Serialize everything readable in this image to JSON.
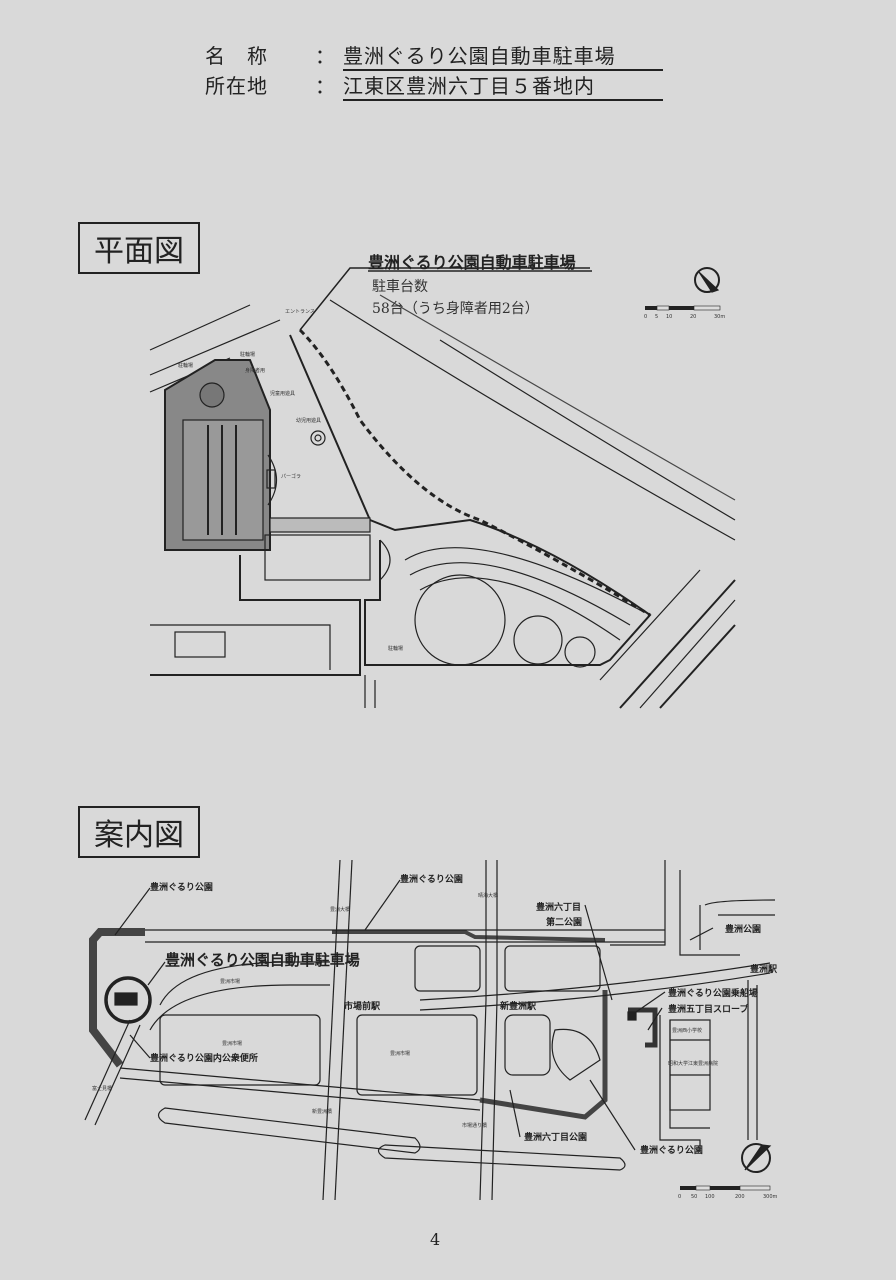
{
  "header": {
    "name_label": "名　称",
    "name_colon": "：",
    "name_value": "豊洲ぐるり公園自動車駐車場",
    "address_label": "所在地",
    "address_colon": "：",
    "address_value": "江東区豊洲六丁目５番地内"
  },
  "plan": {
    "section_title": "平面図",
    "parking_title": "豊洲ぐるり公園自動車駐車場",
    "capacity_label": "駐車台数",
    "capacity_value": "58台（うち身障者用2台）",
    "scale_ticks": [
      "0",
      "5",
      "10",
      "20",
      "30m"
    ],
    "labels": {
      "bicycle1": "駐輪場",
      "bicycle2": "駐輪場",
      "disabled": "身障者用",
      "children_play": "児童用遊具",
      "infant_play": "幼児用遊具",
      "pergola": "パーゴラ",
      "entrance": "エントランス",
      "bicycle3": "駐輪場"
    }
  },
  "guide": {
    "section_title": "案内図",
    "labels": {
      "park_left": "豊洲ぐるり公園",
      "park_top": "豊洲ぐるり公園",
      "parking": "豊洲ぐるり公園自動車駐車場",
      "toilet": "豊洲ぐるり公園内公衆便所",
      "rokuchome_2nd": "豊洲六丁目",
      "rokuchome_2nd_b": "第二公園",
      "toyosu_park": "豊洲公園",
      "toyosu_station": "豊洲駅",
      "pier": "豊洲ぐるり公園乗船場",
      "slope": "豊洲五丁目スロープ",
      "shijomae": "市場前駅",
      "shintoyosu": "新豊洲駅",
      "rokuchome_park": "豊洲六丁目公園",
      "park_bottom": "豊洲ぐるり公園",
      "market1": "豊洲市場",
      "market2": "豊洲市場",
      "market3": "豊洲市場",
      "bridge1": "豊洲大橋",
      "bridge2": "晴海大橋",
      "bridge3": "富士見橋",
      "bridge4": "新豊洲橋",
      "bridge5": "市場通り橋",
      "school": "豊洲西小学校",
      "hospital": "昭和大学江東豊洲病院"
    },
    "scale_ticks": [
      "0",
      "50",
      "100",
      "200",
      "300m"
    ]
  },
  "page_number": "4"
}
